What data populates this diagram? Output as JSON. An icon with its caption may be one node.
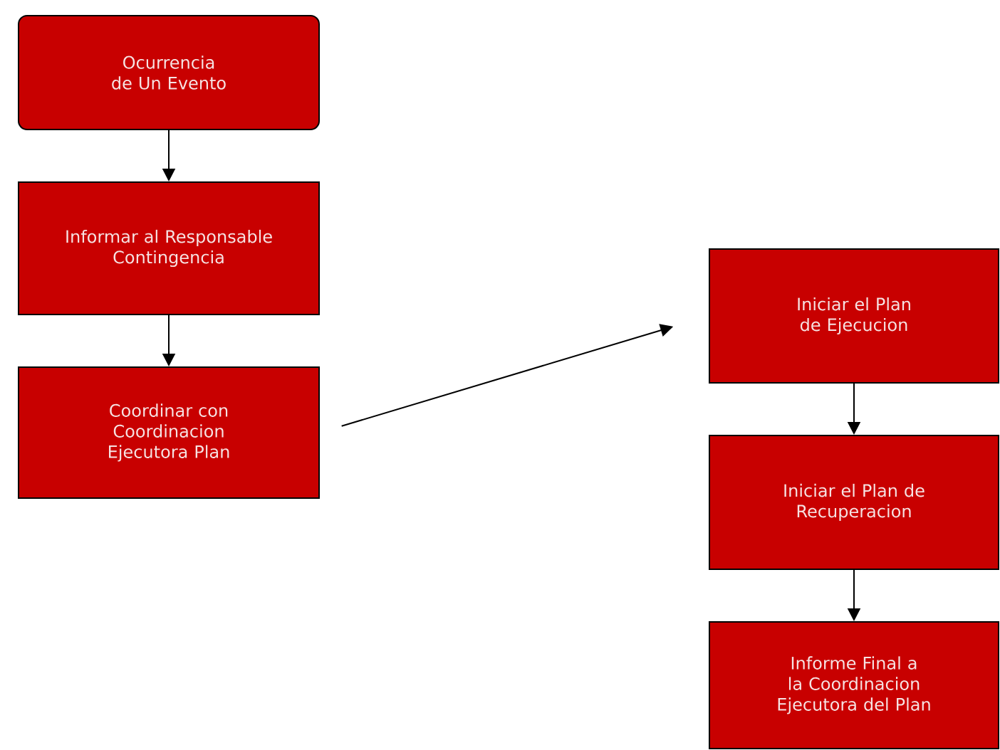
{
  "diagram": {
    "nodes": [
      {
        "text": [
          "Ocurrencia de Un Evento"
        ]
      },
      {
        "text": [
          "Informar al Responsable Contingencia"
        ]
      },
      {
        "text": [
          "Coordinar con Coordinacion Ejecutora Plan"
        ]
      },
      {
        "text": [
          "Iniciar el Plan de Ejecucion"
        ]
      },
      {
        "text": [
          "Iniciar el Plan de Recuperacion"
        ]
      },
      {
        "text": [
          "Informe Final a la Coordinacion Ejecutora del Plan"
        ]
      }
    ],
    "edges": [
      {
        "from": 0,
        "to": 1,
        "arrow": "to"
      },
      {
        "from": 1,
        "to": 2,
        "arrow": "to"
      },
      {
        "from": 2,
        "to": 3,
        "arrow": "to"
      },
      {
        "from": 3,
        "to": 4,
        "arrow": "to"
      },
      {
        "from": 4,
        "to": 5,
        "arrow": "to"
      }
    ]
  }
}
